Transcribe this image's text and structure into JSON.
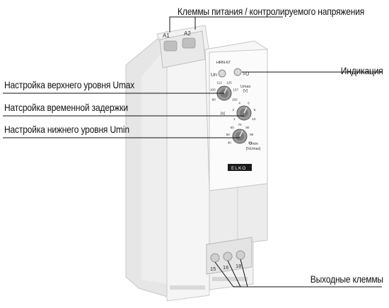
{
  "labels": {
    "power_terminals": "Клеммы питания / контролируемого напряжения",
    "indication": "Индикация",
    "umax_setting": "Настройка верхнего уровня Umax",
    "delay_setting": "Натсройка временной задержки",
    "umin_setting": "Настройка нижнего уровня Umin",
    "output_terminals": "Выходные клеммы"
  },
  "device": {
    "model": "HRN-67",
    "brand": "ELKO",
    "terminal_a1": "A1",
    "terminal_a2": "A2",
    "led_un": "Un",
    "led_gt_u": ">U",
    "umax_unit": "Umax",
    "umax_unit_sub": "[V]",
    "delay_unit": "[s]",
    "umin_unit": "Umin",
    "umin_unit_sub": "[%Umax]",
    "out_15": "15",
    "out_16": "16",
    "out_18": "18",
    "umax_ticks": [
      "80",
      "100",
      "112",
      "125",
      "137",
      "150"
    ],
    "delay_ticks": [
      "1",
      "2",
      "4",
      "6",
      "8",
      "10"
    ],
    "umin_ticks": [
      "40",
      "50",
      "60",
      "70",
      "80",
      "90",
      "95"
    ]
  },
  "colors": {
    "line": "#111111",
    "body_light": "#f4f4f4",
    "body_mid": "#e2e2e2",
    "body_dark": "#cfcfcf",
    "accent_brand": "#1a1a1a"
  }
}
